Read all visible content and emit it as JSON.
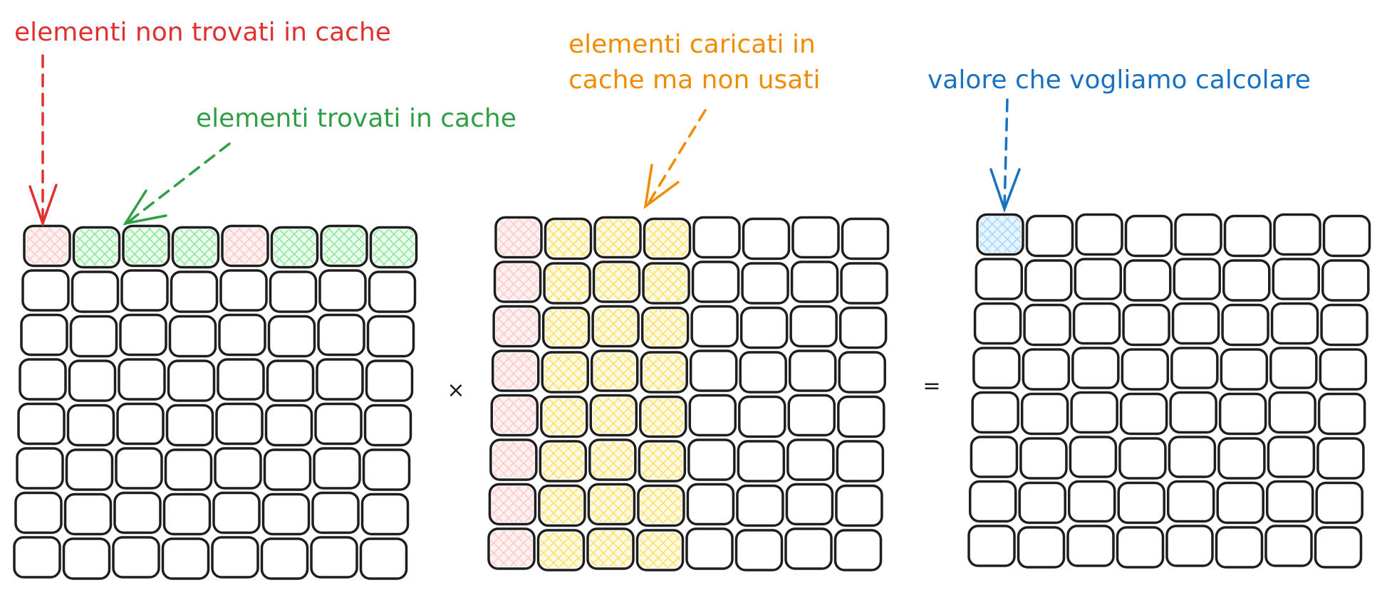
{
  "annotations": {
    "not_found": "elementi non trovati in cache",
    "found": "elementi trovati in cache",
    "loaded_line1": "elementi caricati in",
    "loaded_line2": "cache ma non usati",
    "target": "valore che vogliamo calcolare"
  },
  "operators": {
    "times": "×",
    "equals": "="
  },
  "colors": {
    "red": "#e03131",
    "green": "#2f9e44",
    "orange": "#f08c00",
    "blue": "#1971c2",
    "cell_stroke": "#1e1e1e",
    "fill_red": "#ffc9c9",
    "fill_green": "#b2f2bb",
    "fill_yellow": "#ffec99",
    "fill_blue": "#a5d8ff"
  },
  "matrices": {
    "rows": 8,
    "cols": 8,
    "a": {
      "highlight": [
        {
          "r": 0,
          "c": 0,
          "k": "red"
        },
        {
          "r": 0,
          "c": 1,
          "k": "green"
        },
        {
          "r": 0,
          "c": 2,
          "k": "green"
        },
        {
          "r": 0,
          "c": 3,
          "k": "green"
        },
        {
          "r": 0,
          "c": 4,
          "k": "red"
        },
        {
          "r": 0,
          "c": 5,
          "k": "green"
        },
        {
          "r": 0,
          "c": 6,
          "k": "green"
        },
        {
          "r": 0,
          "c": 7,
          "k": "green"
        }
      ]
    },
    "b": {
      "highlight": [
        {
          "r": 0,
          "c": 0,
          "k": "red"
        },
        {
          "r": 0,
          "c": 1,
          "k": "yellow"
        },
        {
          "r": 0,
          "c": 2,
          "k": "yellow"
        },
        {
          "r": 0,
          "c": 3,
          "k": "yellow"
        },
        {
          "r": 1,
          "c": 0,
          "k": "red"
        },
        {
          "r": 1,
          "c": 1,
          "k": "yellow"
        },
        {
          "r": 1,
          "c": 2,
          "k": "yellow"
        },
        {
          "r": 1,
          "c": 3,
          "k": "yellow"
        },
        {
          "r": 2,
          "c": 0,
          "k": "red"
        },
        {
          "r": 2,
          "c": 1,
          "k": "yellow"
        },
        {
          "r": 2,
          "c": 2,
          "k": "yellow"
        },
        {
          "r": 2,
          "c": 3,
          "k": "yellow"
        },
        {
          "r": 3,
          "c": 0,
          "k": "red"
        },
        {
          "r": 3,
          "c": 1,
          "k": "yellow"
        },
        {
          "r": 3,
          "c": 2,
          "k": "yellow"
        },
        {
          "r": 3,
          "c": 3,
          "k": "yellow"
        },
        {
          "r": 4,
          "c": 0,
          "k": "red"
        },
        {
          "r": 4,
          "c": 1,
          "k": "yellow"
        },
        {
          "r": 4,
          "c": 2,
          "k": "yellow"
        },
        {
          "r": 4,
          "c": 3,
          "k": "yellow"
        },
        {
          "r": 5,
          "c": 0,
          "k": "red"
        },
        {
          "r": 5,
          "c": 1,
          "k": "yellow"
        },
        {
          "r": 5,
          "c": 2,
          "k": "yellow"
        },
        {
          "r": 5,
          "c": 3,
          "k": "yellow"
        },
        {
          "r": 6,
          "c": 0,
          "k": "red"
        },
        {
          "r": 6,
          "c": 1,
          "k": "yellow"
        },
        {
          "r": 6,
          "c": 2,
          "k": "yellow"
        },
        {
          "r": 6,
          "c": 3,
          "k": "yellow"
        },
        {
          "r": 7,
          "c": 0,
          "k": "red"
        },
        {
          "r": 7,
          "c": 1,
          "k": "yellow"
        },
        {
          "r": 7,
          "c": 2,
          "k": "yellow"
        },
        {
          "r": 7,
          "c": 3,
          "k": "yellow"
        }
      ]
    },
    "c": {
      "highlight": [
        {
          "r": 0,
          "c": 0,
          "k": "blue"
        }
      ]
    }
  }
}
